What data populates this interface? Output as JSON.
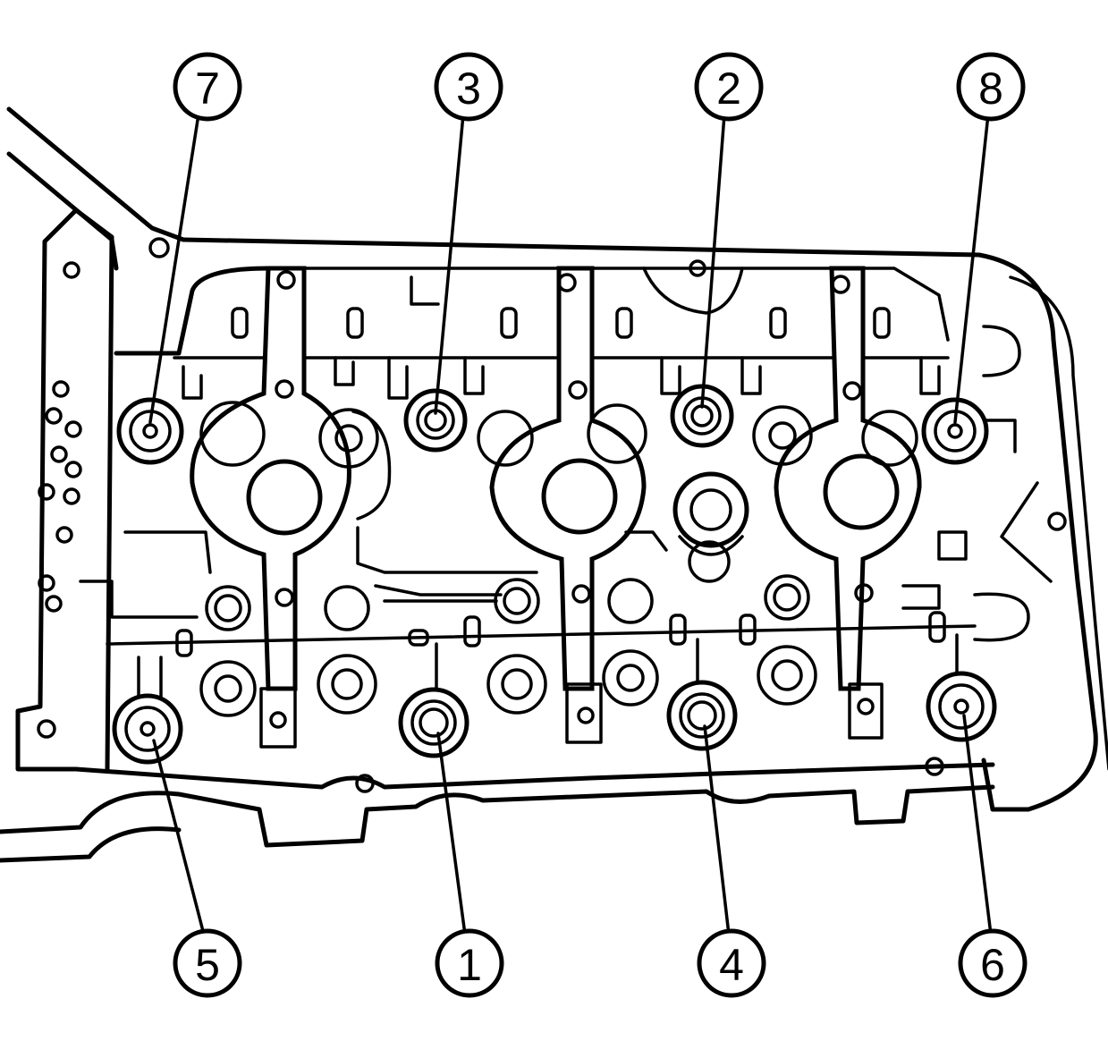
{
  "callouts": [
    {
      "label": "7",
      "bolt": "upper"
    },
    {
      "label": "3",
      "bolt": "upper"
    },
    {
      "label": "2",
      "bolt": "upper"
    },
    {
      "label": "8",
      "bolt": "upper"
    },
    {
      "label": "5",
      "bolt": "lower"
    },
    {
      "label": "1",
      "bolt": "lower"
    },
    {
      "label": "4",
      "bolt": "lower"
    },
    {
      "label": "6",
      "bolt": "lower"
    }
  ]
}
